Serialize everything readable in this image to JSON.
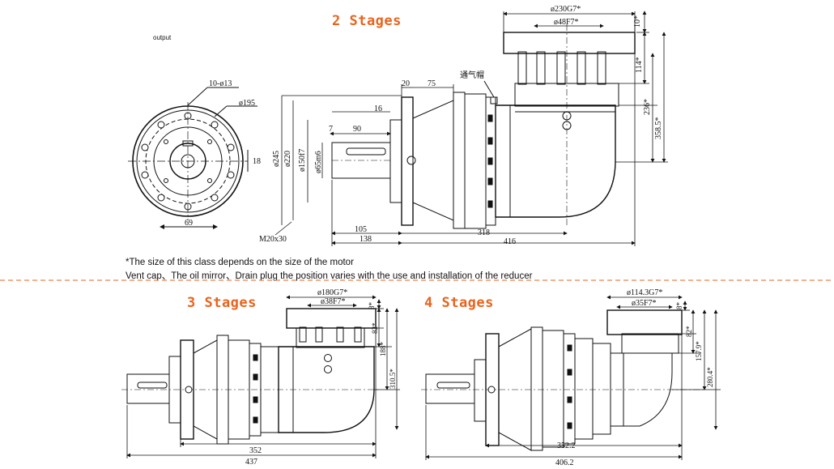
{
  "stages": {
    "two": "2 Stages",
    "three": "3 Stages",
    "four": "4 Stages"
  },
  "labels": {
    "output": "output",
    "vent_cap": "通气帽",
    "thread": "M20x30"
  },
  "notes": {
    "line1": "*The size of this class depends on the size of the motor",
    "line2": "Vent cap、The oil mirror、Drain plug the position varies with the use and installation of the reducer"
  },
  "dims_2stage": {
    "bolt_holes": "10-ø13",
    "pcd": "ø195",
    "key_width": "18",
    "key_height": "69",
    "flange_d": "ø245",
    "pilot_d": "ø220",
    "spigot_d": "ø150f7",
    "shaft_d": "ø65m6",
    "shaft_step": "7",
    "shaft_len": "90",
    "flange_thk": "16",
    "d20": "20",
    "d75": "75",
    "len105": "105",
    "len138": "138",
    "len318": "318",
    "len416": "416",
    "motor_flange": "ø230G7*",
    "motor_bore": "ø48F7*",
    "h10": "10*",
    "h114": "114*",
    "h236": "236*",
    "h358": "358.5*"
  },
  "dims_3stage": {
    "motor_flange": "ø180G7*",
    "motor_bore": "ø38F7*",
    "h8": "8*",
    "h82": "82*",
    "h188": "188*",
    "h310": "310.5*",
    "len352": "352",
    "len437": "437"
  },
  "dims_4stage": {
    "motor_flange": "ø114.3G7*",
    "motor_bore": "ø35F7*",
    "h8": "8*",
    "h82": "82*",
    "h157": "157.9*",
    "h280": "280.4*",
    "len352": "352.2",
    "len406": "406.2"
  },
  "colors": {
    "accent": "#e8641e",
    "line": "#111111"
  }
}
